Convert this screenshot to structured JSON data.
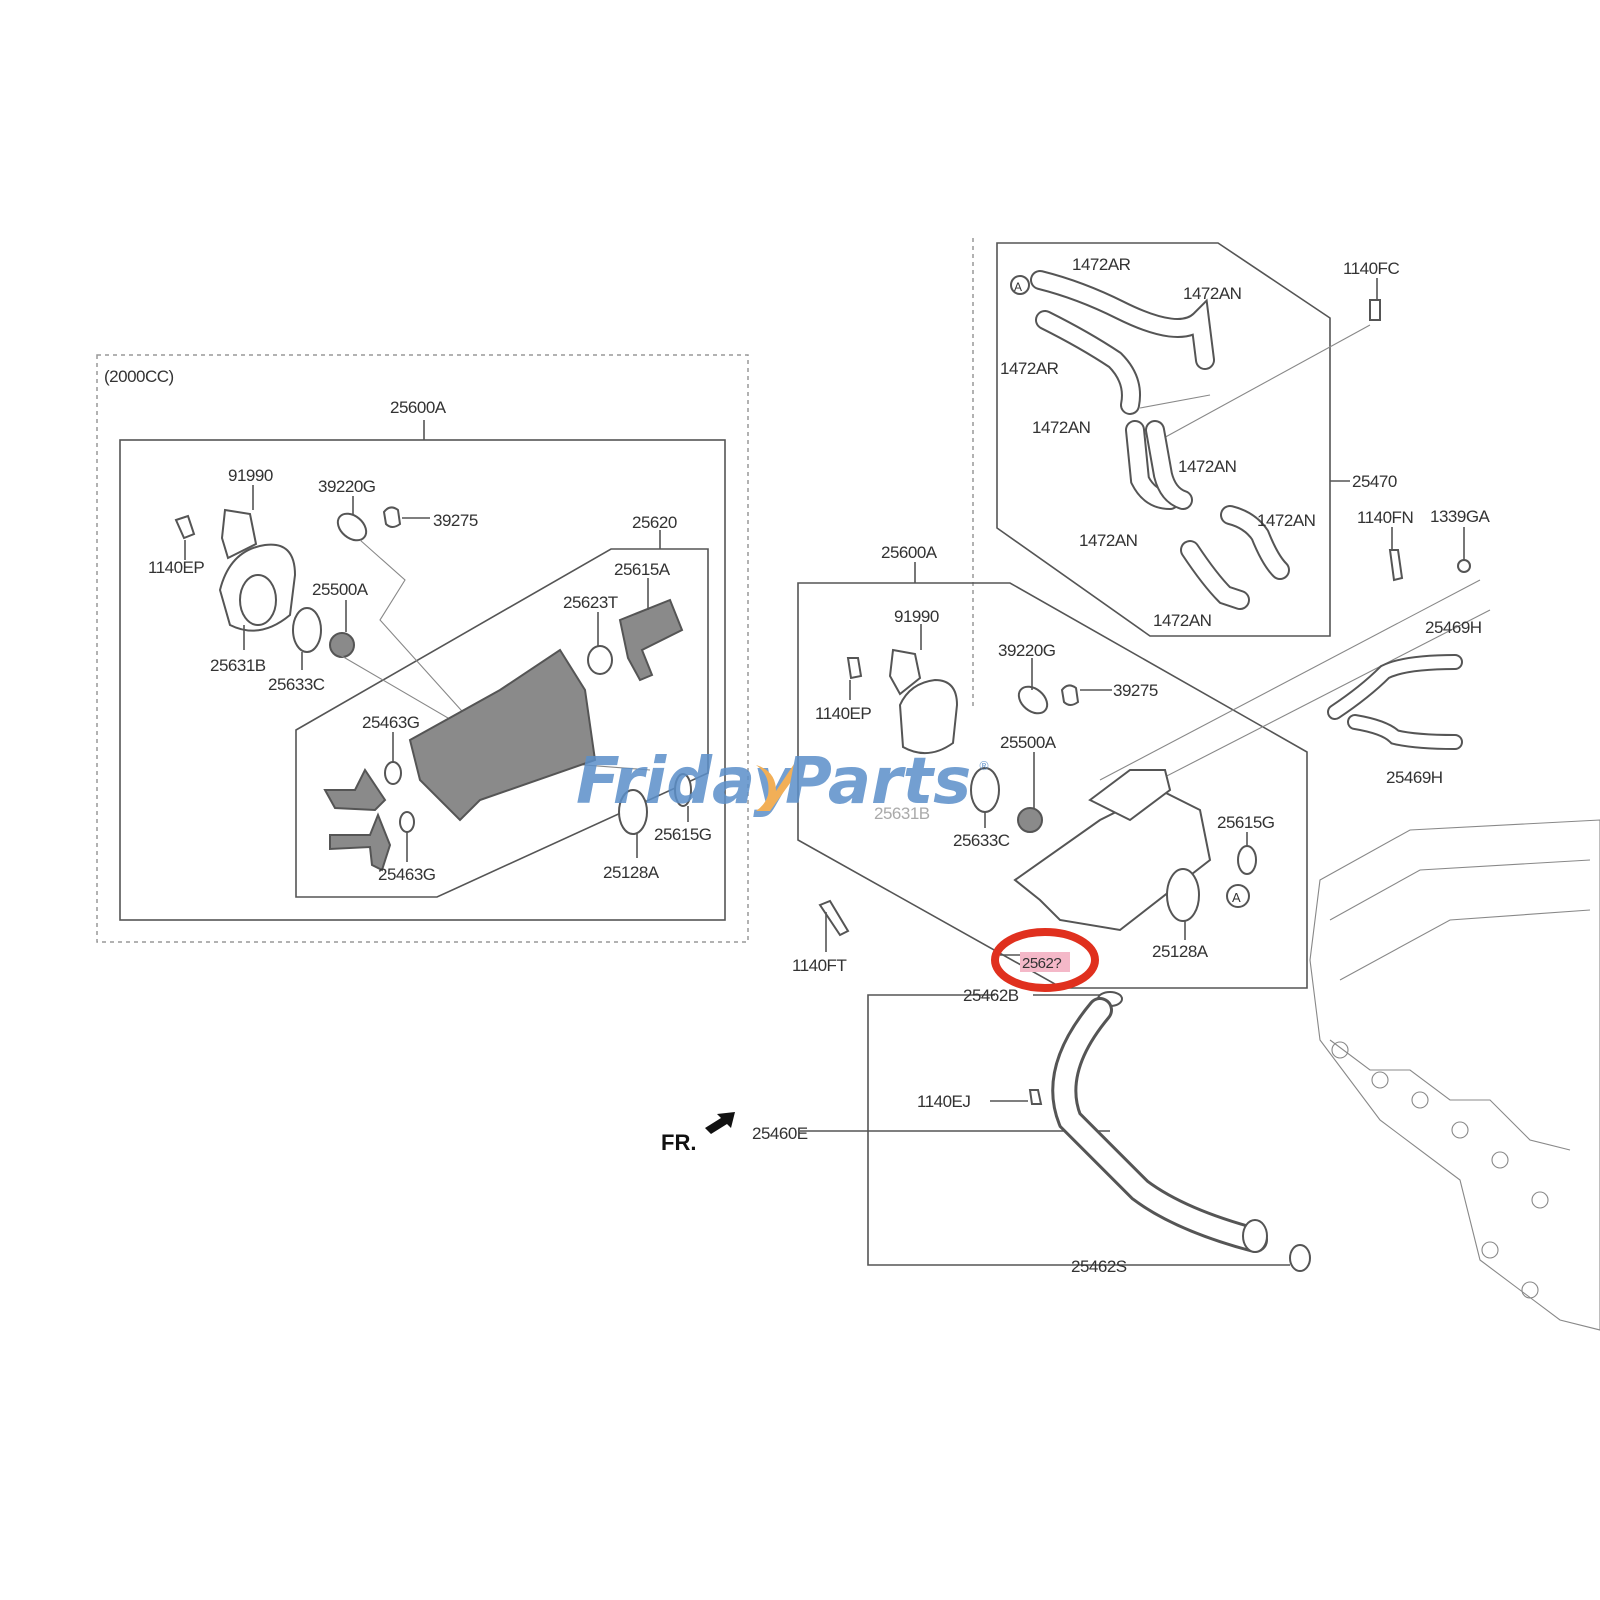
{
  "watermark": {
    "part1": "Friday",
    "part2": "Parts",
    "mark": "®",
    "color_blue": "#5b8fc9",
    "color_orange": "#f0a23a"
  },
  "highlight": {
    "color": "#e0301e",
    "label": "2562?"
  },
  "left_group": {
    "variant": "(2000CC)",
    "labels": [
      "25600A",
      "91990",
      "39220G",
      "39275",
      "25620",
      "25615A",
      "25623T",
      "1140EP",
      "25500A",
      "25631B",
      "25633C",
      "25463G",
      "25463G",
      "25615G",
      "25128A"
    ]
  },
  "right_group": {
    "labels": [
      "1472AR",
      "1472AN",
      "1140FC",
      "1472AR",
      "1472AN",
      "1472AN",
      "25470",
      "1472AN",
      "1140FN",
      "1339GA",
      "1472AN",
      "25600A",
      "1472AN",
      "91990",
      "25469H",
      "39220G",
      "39275",
      "1140EP",
      "25500A",
      "25469H",
      "25631B",
      "25615G",
      "25633C",
      "1140FT",
      "25128A",
      "25462B",
      "1140EJ",
      "25460E",
      "25462S"
    ],
    "ref_marker": "A",
    "front_label": "FR."
  }
}
